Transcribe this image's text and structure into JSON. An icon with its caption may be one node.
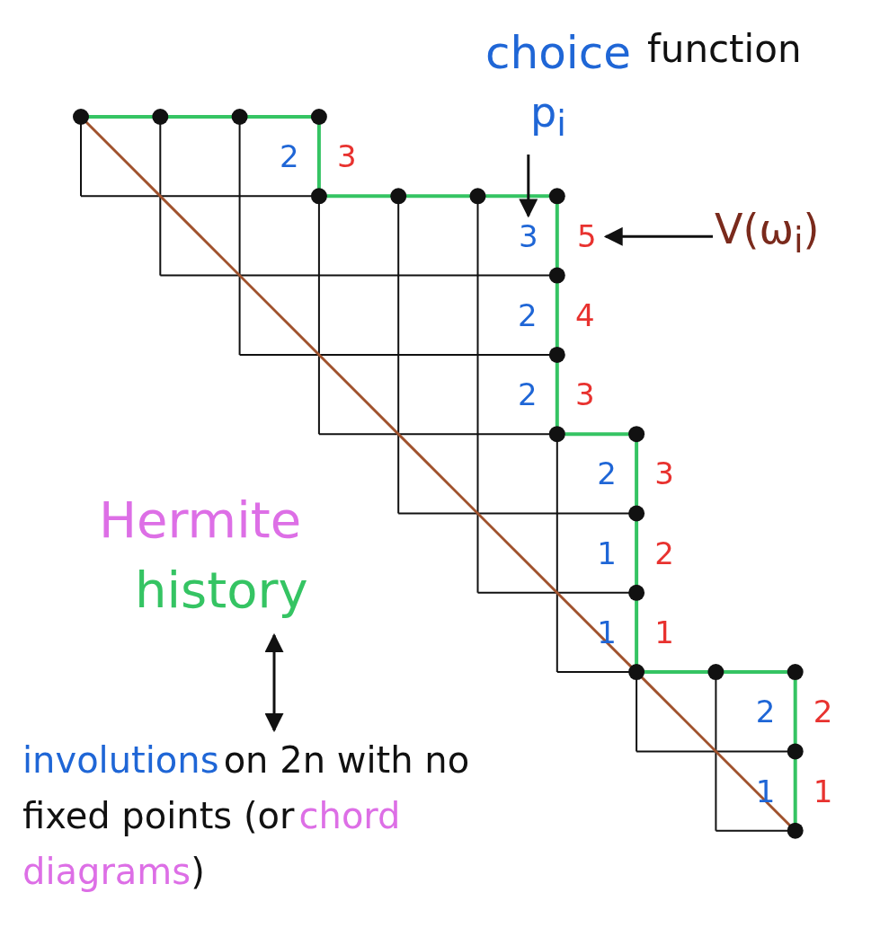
{
  "diagram": {
    "nodes": [
      {
        "text": [
          "choice",
          "function",
          "p$_{i}$"
        ]
      },
      {
        "text": [
          "3"
        ]
      },
      {
        "text": [
          "5"
        ]
      },
      {
        "text": [
          "V(ω$_{i}$)"
        ]
      },
      {
        "text": [
          "Hermite",
          "history"
        ]
      },
      {
        "text": [
          "involutions",
          "on 2n with no fixed points (or",
          "chord diagrams",
          ")"
        ]
      }
    ],
    "edges": [
      {
        "from": 0,
        "to": 1,
        "arrow": "to"
      },
      {
        "from": 3,
        "to": 2,
        "arrow": "to"
      },
      {
        "from": 4,
        "to": 5,
        "arrow": "both"
      }
    ],
    "labels": [
      "2",
      "3",
      "2",
      "4",
      "2",
      "3",
      "2",
      "3",
      "1",
      "2",
      "1",
      "1",
      "2",
      "2",
      "1",
      "1"
    ]
  }
}
